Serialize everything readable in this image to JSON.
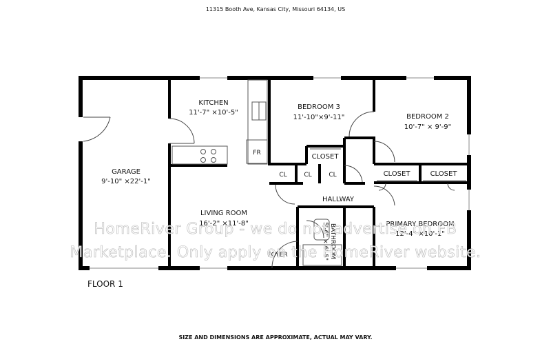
{
  "address": "11315 Booth Ave, Kansas City, Missouri 64134, US",
  "floor_label": "FLOOR 1",
  "footer_note": "SIZE AND DIMENSIONS ARE APPROXIMATE, ACTUAL MAY VARY.",
  "watermark": {
    "line1": "HomeRiver Group - we do not advertise on FB",
    "line2": "Marketplace. Only apply on the HomeRiver website."
  },
  "rooms": {
    "garage": {
      "name": "GARAGE",
      "dims": "9'-10\" ×22'-1\""
    },
    "kitchen": {
      "name": "KITCHEN",
      "dims": "11'-7\" ×10'-5\"",
      "fridge": "FR"
    },
    "bedroom3": {
      "name": "BEDROOM 3",
      "dims": "11'-10\"×9'-11\""
    },
    "bedroom2": {
      "name": "BEDROOM 2",
      "dims": "10'-7\" × 9'-9\""
    },
    "living": {
      "name": "LIVING ROOM",
      "dims": "16'-2\" ×11'-8\""
    },
    "primary": {
      "name": "PRIMARY BEDROOM",
      "dims": "12'-4\" ×10'-1\""
    },
    "bathroom": {
      "name": "BATHROOM",
      "dims": "5'-6\" × 6'-5\""
    },
    "hallway": {
      "name": "HALLWAY"
    },
    "foyer": {
      "name": "FOYER"
    },
    "closet_b3": {
      "name": "CLOSET"
    },
    "closet_p1": {
      "name": "CLOSET"
    },
    "closet_p2": {
      "name": "CLOSET"
    },
    "cl1": {
      "name": "CL"
    },
    "cl2": {
      "name": "CL"
    },
    "cl3": {
      "name": "CL"
    }
  }
}
